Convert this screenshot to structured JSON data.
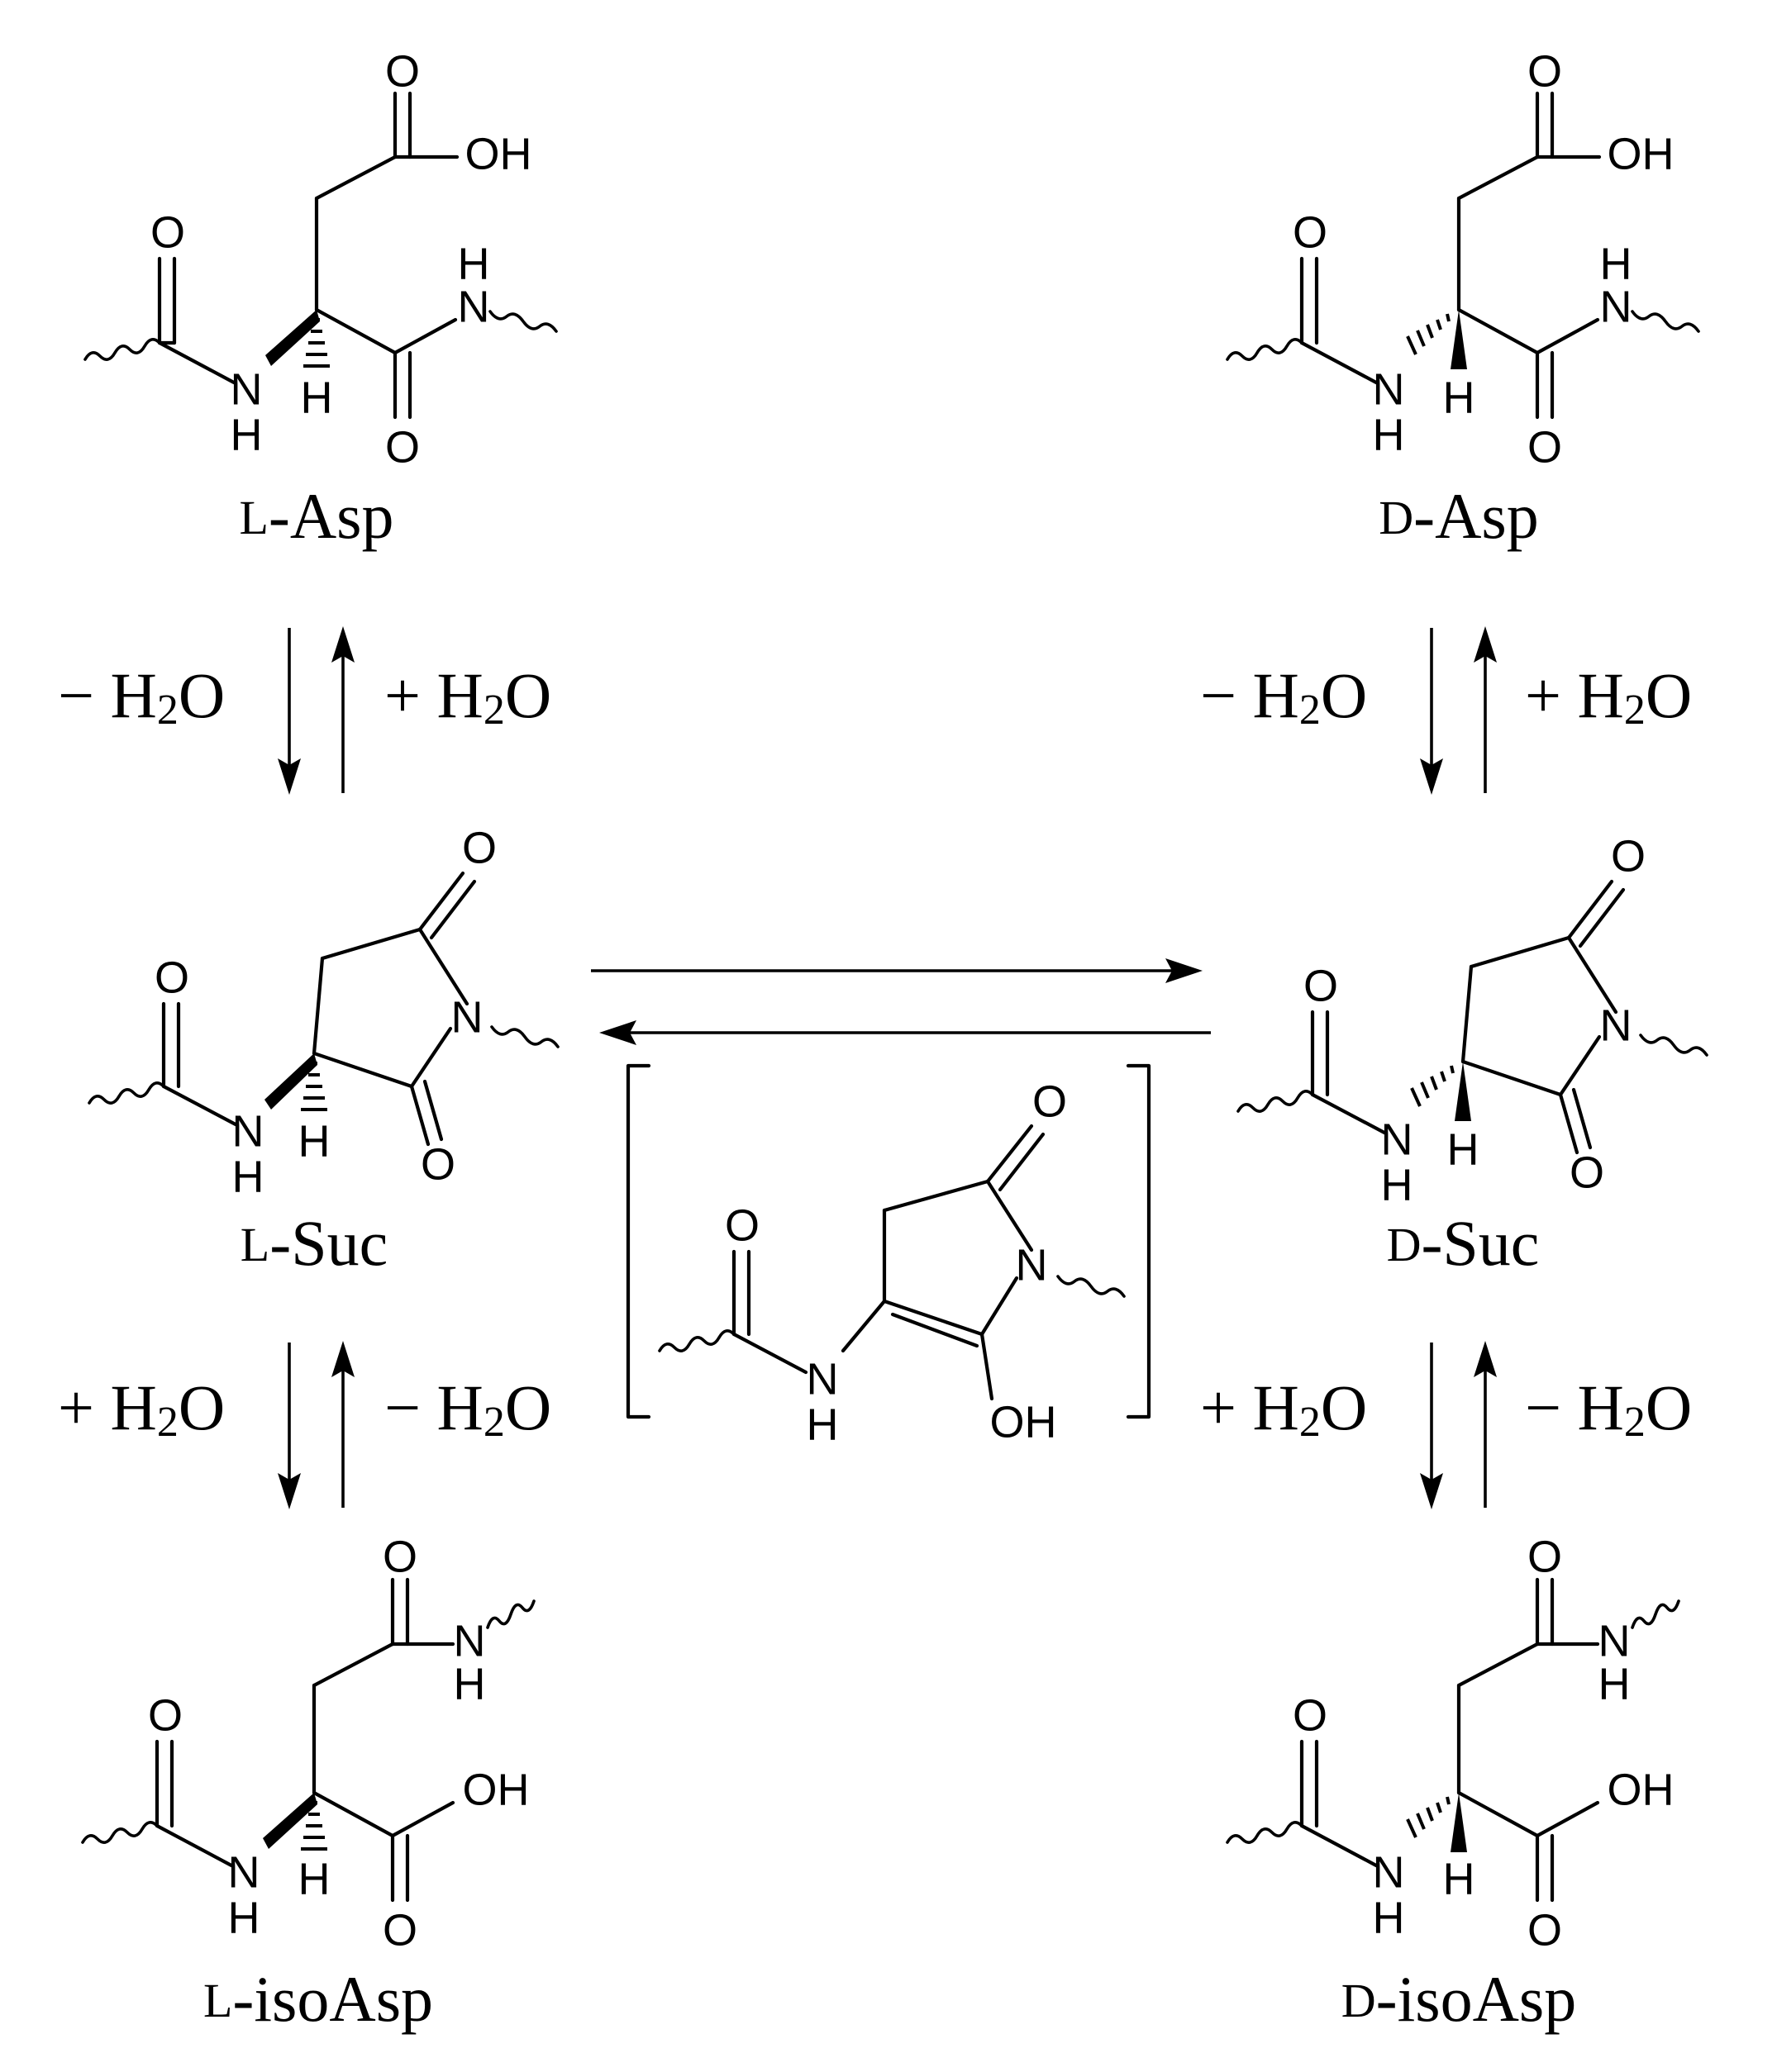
{
  "atoms": {
    "oxygen": "O",
    "nitrogen": "N",
    "hydrogen": "H",
    "hydroxyl": "OH"
  },
  "compounds": {
    "l_asp": {
      "prefix": "L",
      "name": "-Asp"
    },
    "d_asp": {
      "prefix": "D",
      "name": "-Asp"
    },
    "l_suc": {
      "prefix": "L",
      "name": "-Suc"
    },
    "d_suc": {
      "prefix": "D",
      "name": "-Suc"
    },
    "l_isoasp": {
      "prefix": "L",
      "name": "-isoAsp"
    },
    "d_isoasp": {
      "prefix": "D",
      "name": "-isoAsp"
    }
  },
  "conditions": {
    "minus": "− H",
    "plus": "+ H",
    "sub": "2",
    "suffix": "O"
  },
  "intermediate": {
    "bracket_left": "[",
    "bracket_right": "]"
  }
}
